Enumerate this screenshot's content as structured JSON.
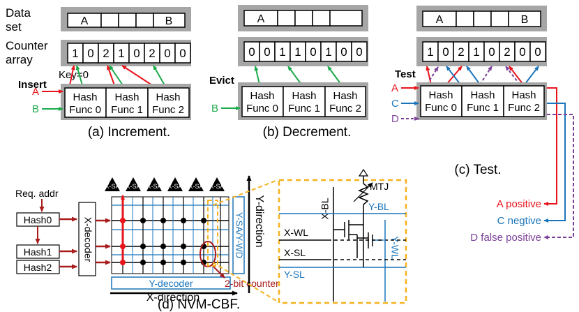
{
  "panel_a": {
    "label_data_1": "Data",
    "label_data_2": "set",
    "label_counter_1": "Counter",
    "label_counter_2": "array",
    "dataset": [
      "A",
      "",
      "",
      "",
      "B"
    ],
    "counters": [
      "1",
      "0",
      "2",
      "1",
      "0",
      "2",
      "0",
      "0"
    ],
    "op_label": "Insert",
    "key_note": "Key=0",
    "inputs": [
      "A",
      "B"
    ],
    "hash_funcs": [
      {
        "l1": "Hash",
        "l2": "Func 0"
      },
      {
        "l1": "Hash",
        "l2": "Func 1"
      },
      {
        "l1": "Hash",
        "l2": "Func 2"
      }
    ],
    "caption": "(a) Increment."
  },
  "panel_b": {
    "dataset": [
      "A",
      "",
      "",
      "",
      ""
    ],
    "counters": [
      "0",
      "0",
      "1",
      "1",
      "0",
      "1",
      "0",
      "0"
    ],
    "op_label": "Evict",
    "inputs": [
      "B"
    ],
    "hash_funcs": [
      {
        "l1": "Hash",
        "l2": "Func 0"
      },
      {
        "l1": "Hash",
        "l2": "Func 1"
      },
      {
        "l1": "Hash",
        "l2": "Func 2"
      }
    ],
    "caption": "(b) Decrement."
  },
  "panel_c": {
    "dataset": [
      "A",
      "",
      "",
      "",
      "B"
    ],
    "counters": [
      "1",
      "0",
      "2",
      "1",
      "0",
      "2",
      "0",
      "0"
    ],
    "op_label": "Test",
    "inputs": [
      "A",
      "C",
      "D"
    ],
    "hash_funcs": [
      {
        "l1": "Hash",
        "l2": "Func 0"
      },
      {
        "l1": "Hash",
        "l2": "Func 1"
      },
      {
        "l1": "Hash",
        "l2": "Func 2"
      }
    ],
    "results": [
      "A positive",
      "C negtive",
      "D false positive"
    ],
    "caption": "(c) Test."
  },
  "panel_d": {
    "req_addr": "Req. addr",
    "hashes": [
      "Hash0",
      "Hash1",
      "Hash2"
    ],
    "x_decoder": "X-decoder",
    "y_decoder": "Y-decoder",
    "side_block": "Y-SA/Y-WD",
    "sa_label": "X-SA",
    "y_direction": "Y-direction",
    "x_direction": "X-direction",
    "counter_note": "2-bit counter",
    "caption": "(d) NVM-CBF.",
    "cell": {
      "mtj": "MTJ",
      "x_bl": "X-BL",
      "y_bl": "Y-BL",
      "x_wl": "X-WL",
      "y_wl": "Y-WL",
      "x_sl": "X-SL",
      "y_sl": "Y-SL"
    }
  },
  "colors": {
    "red": "#e8141c",
    "green": "#1aaa4a",
    "blue": "#1b75bb",
    "purple": "#7b3f98",
    "orange": "#f5b21e",
    "gray": "#a6a6a6",
    "dark_red": "#a81c1c"
  }
}
